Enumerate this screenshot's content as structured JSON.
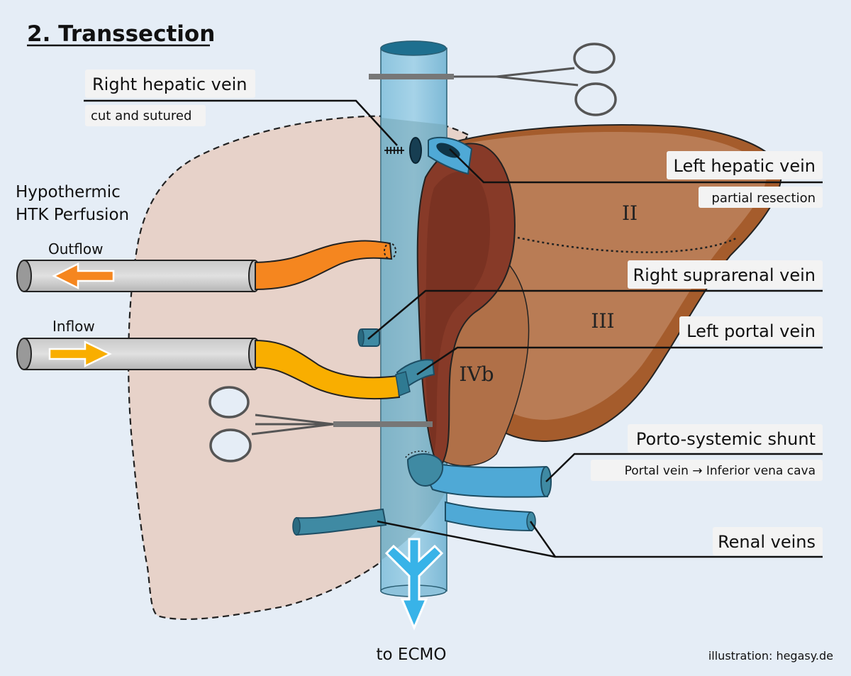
{
  "title": "2. Transsection",
  "labels": {
    "right_hepatic_vein": "Right hepatic vein",
    "right_hepatic_vein_note": "cut and sutured",
    "left_hepatic_vein": "Left hepatic vein",
    "left_hepatic_vein_note": "partial resection",
    "right_suprarenal_vein": "Right suprarenal vein",
    "left_portal_vein": "Left portal vein",
    "porto_systemic_shunt": "Porto-systemic shunt",
    "porto_systemic_shunt_note": "Portal vein → Inferior vena cava",
    "renal_veins": "Renal veins",
    "perfusion_line1": "Hypothermic",
    "perfusion_line2": "HTK Perfusion",
    "outflow": "Outflow",
    "inflow": "Inflow",
    "to_ecmo": "to ECMO",
    "credit": "illustration:  hegasy.de"
  },
  "segments": {
    "ii": "II",
    "iii": "III",
    "ivb": "IVb"
  },
  "colors": {
    "background": "#e5edf6",
    "resected_liver": "#e7d2c9",
    "liver_light": "#b97c55",
    "liver_mid": "#a55c2c",
    "liver_dark": "#873a28",
    "vena_cava": "#8ec3dc",
    "vein_blue": "#4fa9d6",
    "vein_teal": "#3f8aa3",
    "outflow_orange": "#f5861f",
    "inflow_yellow": "#f9ae00",
    "ecmo_arrow": "#38b3e8"
  }
}
